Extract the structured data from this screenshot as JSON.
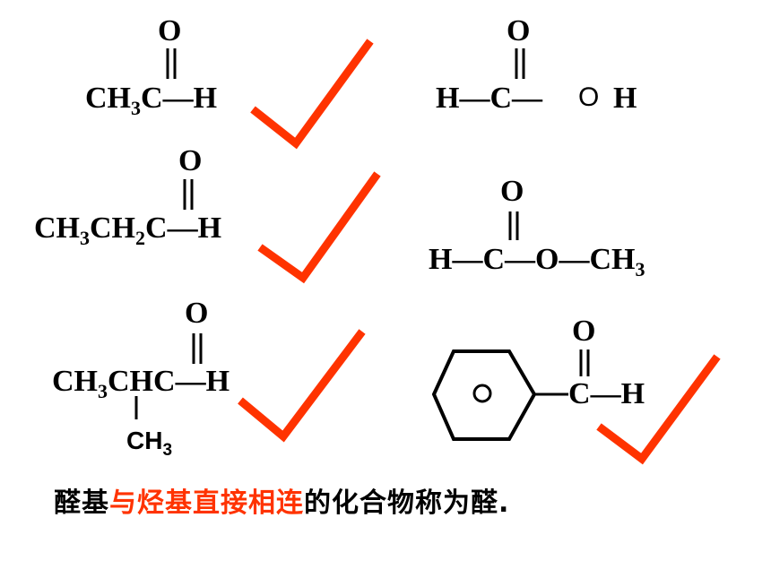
{
  "colors": {
    "accent": "#ff3300",
    "text": "#000000"
  },
  "structures": {
    "acetaldehyde": {
      "o": "O",
      "left": "CH",
      "sub3": "3",
      "c": "C",
      "bond": "—",
      "h": "H",
      "check": true
    },
    "formic_acid": {
      "o": "O",
      "h1": "H",
      "bond1": "—",
      "c": "C",
      "bond2": "—",
      "o2": "O",
      "h2": "H",
      "check": false
    },
    "propanal": {
      "o": "O",
      "ch1": "CH",
      "sub3": "3",
      "ch2": "CH",
      "sub2": "2",
      "c": "C",
      "bond": "—",
      "h": "H",
      "check": true
    },
    "methyl_formate": {
      "o": "O",
      "h": "H",
      "bond1": "—",
      "c": "C",
      "bond2": "—",
      "o2": "O",
      "bond3": "—",
      "ch": "CH",
      "sub3": "3",
      "check": false
    },
    "isobutanal": {
      "o": "O",
      "ch": "CH",
      "sub3": "3",
      "chc": "CHC",
      "bond": "—",
      "h": "H",
      "branch": "CH",
      "branch_sub": "3",
      "check": true
    },
    "benzaldehyde": {
      "o": "O",
      "c": "C",
      "bond": "—",
      "h": "H",
      "check": true
    }
  },
  "caption": {
    "part1": "醛基",
    "part2": "与烃基直接相连",
    "part3": "的化合物称为醛."
  }
}
